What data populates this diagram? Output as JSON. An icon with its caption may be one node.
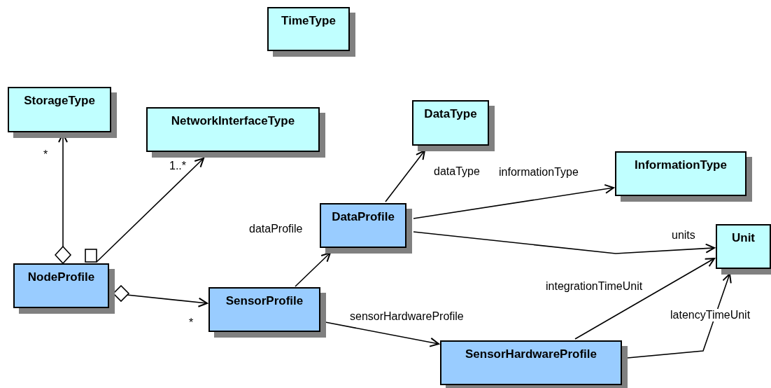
{
  "diagram": {
    "nodes": [
      {
        "text": [
          "TimeType"
        ]
      },
      {
        "text": [
          "StorageType"
        ]
      },
      {
        "text": [
          "NetworkInterfaceType"
        ]
      },
      {
        "text": [
          "DataType"
        ]
      },
      {
        "text": [
          "InformationType"
        ]
      },
      {
        "text": [
          "NodeProfile"
        ]
      },
      {
        "text": [
          "DataProfile"
        ]
      },
      {
        "text": [
          "Unit"
        ]
      },
      {
        "text": [
          "SensorProfile"
        ]
      },
      {
        "text": [
          "SensorHardwareProfile"
        ]
      }
    ],
    "edges": [
      {
        "from": 5,
        "to": 1,
        "arrow": "to",
        "label": "*"
      },
      {
        "from": 5,
        "to": 2,
        "arrow": "to",
        "label": "1..*"
      },
      {
        "from": 5,
        "to": 8,
        "arrow": "to",
        "label": "*"
      },
      {
        "from": 8,
        "to": 6,
        "arrow": "to",
        "label": "dataProfile"
      },
      {
        "from": 6,
        "to": 3,
        "arrow": "to",
        "label": "dataType"
      },
      {
        "from": 6,
        "to": 4,
        "arrow": "to",
        "label": "informationType"
      },
      {
        "from": 6,
        "to": 7,
        "arrow": "to",
        "label": "units"
      },
      {
        "from": 8,
        "to": 9,
        "arrow": "to",
        "label": "sensorHardwareProfile"
      },
      {
        "from": 9,
        "to": 7,
        "arrow": "to",
        "label": "integrationTimeUnit"
      },
      {
        "from": 9,
        "to": 7,
        "arrow": "to",
        "label": "latencyTimeUnit"
      }
    ]
  }
}
